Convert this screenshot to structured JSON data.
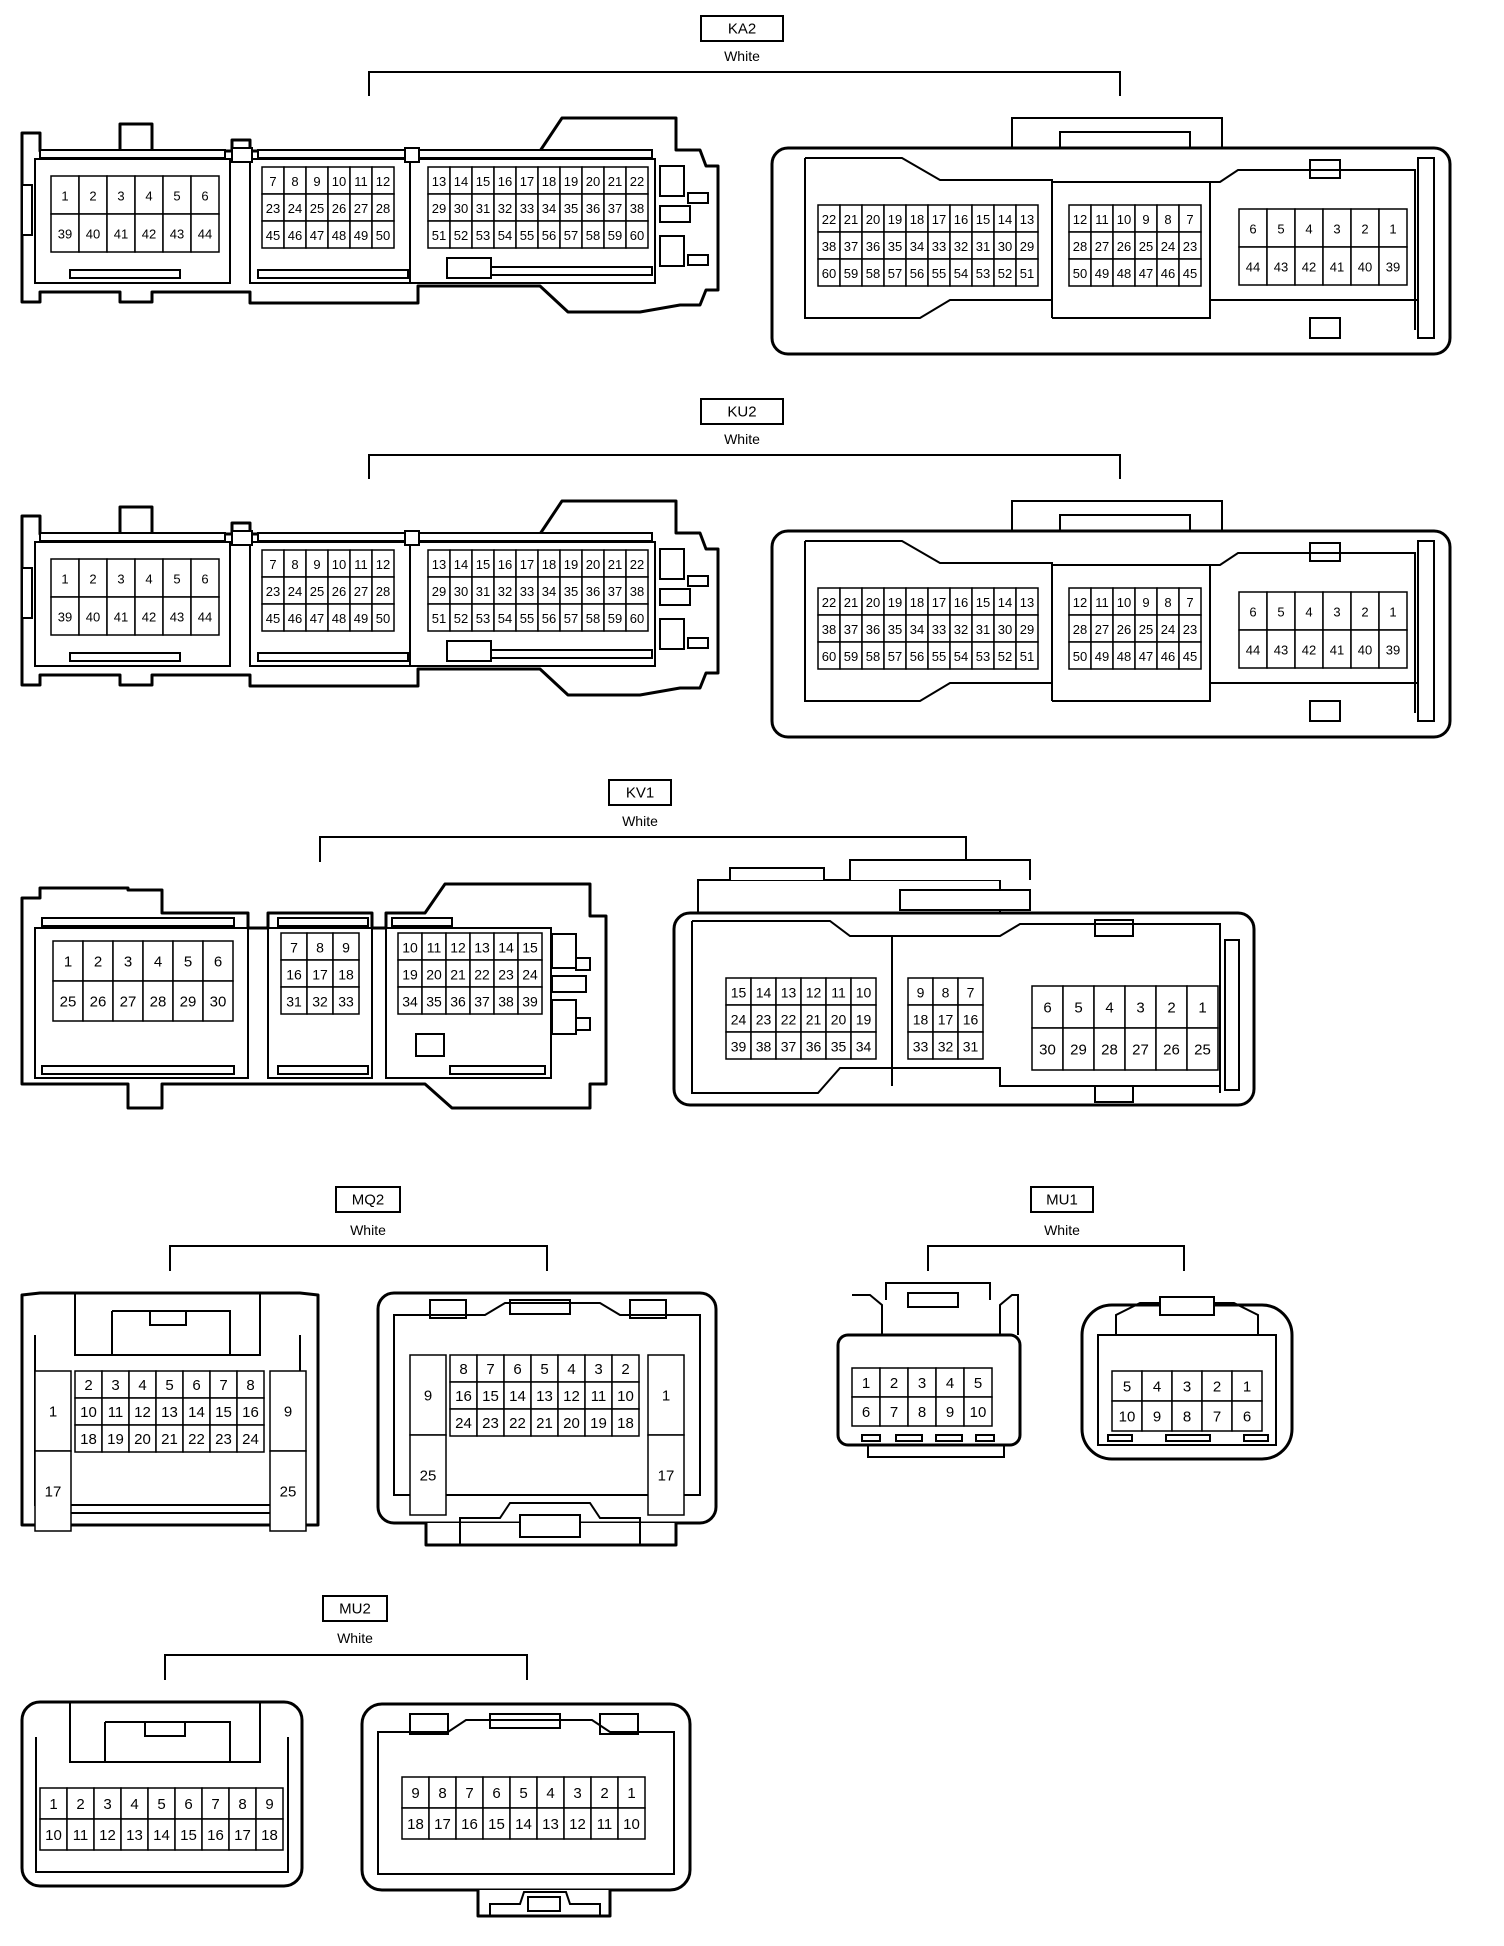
{
  "connectors": [
    {
      "id": "KA2",
      "name": "KA2",
      "color": "White",
      "left_grids": [
        [
          [
            "1",
            "2",
            "3",
            "4",
            "5",
            "6"
          ],
          [
            "39",
            "40",
            "41",
            "42",
            "43",
            "44"
          ]
        ],
        [
          [
            "7",
            "8",
            "9",
            "10",
            "11",
            "12"
          ],
          [
            "23",
            "24",
            "25",
            "26",
            "27",
            "28"
          ],
          [
            "45",
            "46",
            "47",
            "48",
            "49",
            "50"
          ]
        ],
        [
          [
            "13",
            "14",
            "15",
            "16",
            "17",
            "18",
            "19",
            "20",
            "21",
            "22"
          ],
          [
            "29",
            "30",
            "31",
            "32",
            "33",
            "34",
            "35",
            "36",
            "37",
            "38"
          ],
          [
            "51",
            "52",
            "53",
            "54",
            "55",
            "56",
            "57",
            "58",
            "59",
            "60"
          ]
        ]
      ],
      "right_grids": [
        [
          [
            "22",
            "21",
            "20",
            "19",
            "18",
            "17",
            "16",
            "15",
            "14",
            "13"
          ],
          [
            "38",
            "37",
            "36",
            "35",
            "34",
            "33",
            "32",
            "31",
            "30",
            "29"
          ],
          [
            "60",
            "59",
            "58",
            "57",
            "56",
            "55",
            "54",
            "53",
            "52",
            "51"
          ]
        ],
        [
          [
            "12",
            "11",
            "10",
            "9",
            "8",
            "7"
          ],
          [
            "28",
            "27",
            "26",
            "25",
            "24",
            "23"
          ],
          [
            "50",
            "49",
            "48",
            "47",
            "46",
            "45"
          ]
        ],
        [
          [
            "6",
            "5",
            "4",
            "3",
            "2",
            "1"
          ],
          [
            "44",
            "43",
            "42",
            "41",
            "40",
            "39"
          ]
        ]
      ]
    },
    {
      "id": "KU2",
      "name": "KU2",
      "color": "White",
      "left_grids": [
        [
          [
            "1",
            "2",
            "3",
            "4",
            "5",
            "6"
          ],
          [
            "39",
            "40",
            "41",
            "42",
            "43",
            "44"
          ]
        ],
        [
          [
            "7",
            "8",
            "9",
            "10",
            "11",
            "12"
          ],
          [
            "23",
            "24",
            "25",
            "26",
            "27",
            "28"
          ],
          [
            "45",
            "46",
            "47",
            "48",
            "49",
            "50"
          ]
        ],
        [
          [
            "13",
            "14",
            "15",
            "16",
            "17",
            "18",
            "19",
            "20",
            "21",
            "22"
          ],
          [
            "29",
            "30",
            "31",
            "32",
            "33",
            "34",
            "35",
            "36",
            "37",
            "38"
          ],
          [
            "51",
            "52",
            "53",
            "54",
            "55",
            "56",
            "57",
            "58",
            "59",
            "60"
          ]
        ]
      ],
      "right_grids": [
        [
          [
            "22",
            "21",
            "20",
            "19",
            "18",
            "17",
            "16",
            "15",
            "14",
            "13"
          ],
          [
            "38",
            "37",
            "36",
            "35",
            "34",
            "33",
            "32",
            "31",
            "30",
            "29"
          ],
          [
            "60",
            "59",
            "58",
            "57",
            "56",
            "55",
            "54",
            "53",
            "52",
            "51"
          ]
        ],
        [
          [
            "12",
            "11",
            "10",
            "9",
            "8",
            "7"
          ],
          [
            "28",
            "27",
            "26",
            "25",
            "24",
            "23"
          ],
          [
            "50",
            "49",
            "48",
            "47",
            "46",
            "45"
          ]
        ],
        [
          [
            "6",
            "5",
            "4",
            "3",
            "2",
            "1"
          ],
          [
            "44",
            "43",
            "42",
            "41",
            "40",
            "39"
          ]
        ]
      ]
    },
    {
      "id": "KV1",
      "name": "KV1",
      "color": "White",
      "left_grids": [
        [
          [
            "1",
            "2",
            "3",
            "4",
            "5",
            "6"
          ],
          [
            "25",
            "26",
            "27",
            "28",
            "29",
            "30"
          ]
        ],
        [
          [
            "7",
            "8",
            "9"
          ],
          [
            "16",
            "17",
            "18"
          ],
          [
            "31",
            "32",
            "33"
          ]
        ],
        [
          [
            "10",
            "11",
            "12",
            "13",
            "14",
            "15"
          ],
          [
            "19",
            "20",
            "21",
            "22",
            "23",
            "24"
          ],
          [
            "34",
            "35",
            "36",
            "37",
            "38",
            "39"
          ]
        ]
      ],
      "right_grids": [
        [
          [
            "15",
            "14",
            "13",
            "12",
            "11",
            "10"
          ],
          [
            "24",
            "23",
            "22",
            "21",
            "20",
            "19"
          ],
          [
            "39",
            "38",
            "37",
            "36",
            "35",
            "34"
          ]
        ],
        [
          [
            "9",
            "8",
            "7"
          ],
          [
            "18",
            "17",
            "16"
          ],
          [
            "33",
            "32",
            "31"
          ]
        ],
        [
          [
            "6",
            "5",
            "4",
            "3",
            "2",
            "1"
          ],
          [
            "30",
            "29",
            "28",
            "27",
            "26",
            "25"
          ]
        ]
      ]
    },
    {
      "id": "MQ2",
      "name": "MQ2",
      "color": "White",
      "left_side": [
        "1",
        "17"
      ],
      "left_center": [
        [
          "2",
          "3",
          "4",
          "5",
          "6",
          "7",
          "8"
        ],
        [
          "10",
          "11",
          "12",
          "13",
          "14",
          "15",
          "16"
        ],
        [
          "18",
          "19",
          "20",
          "21",
          "22",
          "23",
          "24"
        ]
      ],
      "left_right_side": [
        "9",
        "25"
      ],
      "right_side_left": [
        "9",
        "25"
      ],
      "right_center": [
        [
          "8",
          "7",
          "6",
          "5",
          "4",
          "3",
          "2"
        ],
        [
          "16",
          "15",
          "14",
          "13",
          "12",
          "11",
          "10"
        ],
        [
          "24",
          "23",
          "22",
          "21",
          "20",
          "19",
          "18"
        ]
      ],
      "right_side_right": [
        "1",
        "17"
      ]
    },
    {
      "id": "MU1",
      "name": "MU1",
      "color": "White",
      "left_grid": [
        [
          "1",
          "2",
          "3",
          "4",
          "5"
        ],
        [
          "6",
          "7",
          "8",
          "9",
          "10"
        ]
      ],
      "right_grid": [
        [
          "5",
          "4",
          "3",
          "2",
          "1"
        ],
        [
          "10",
          "9",
          "8",
          "7",
          "6"
        ]
      ]
    },
    {
      "id": "MU2",
      "name": "MU2",
      "color": "White",
      "left_grid": [
        [
          "1",
          "2",
          "3",
          "4",
          "5",
          "6",
          "7",
          "8",
          "9"
        ],
        [
          "10",
          "11",
          "12",
          "13",
          "14",
          "15",
          "16",
          "17",
          "18"
        ]
      ],
      "right_grid": [
        [
          "9",
          "8",
          "7",
          "6",
          "5",
          "4",
          "3",
          "2",
          "1"
        ],
        [
          "18",
          "17",
          "16",
          "15",
          "14",
          "13",
          "12",
          "11",
          "10"
        ]
      ]
    }
  ]
}
